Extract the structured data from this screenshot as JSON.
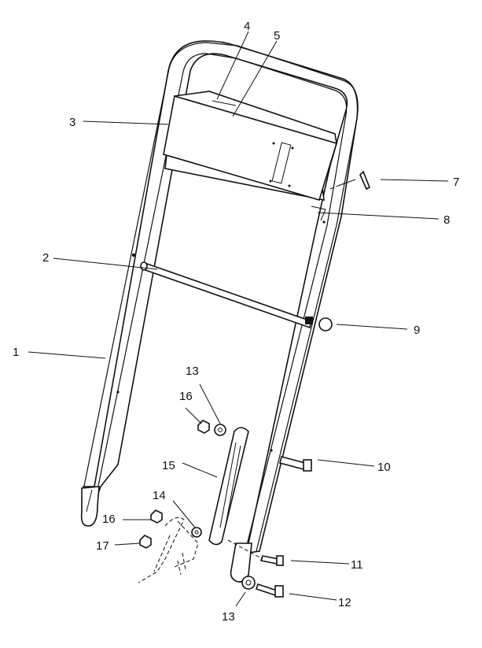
{
  "callouts": [
    {
      "id": "c1",
      "text": "1"
    },
    {
      "id": "c2",
      "text": "2"
    },
    {
      "id": "c3",
      "text": "3"
    },
    {
      "id": "c4",
      "text": "4"
    },
    {
      "id": "c5",
      "text": "5"
    },
    {
      "id": "c7",
      "text": "7"
    },
    {
      "id": "c8",
      "text": "8"
    },
    {
      "id": "c9",
      "text": "9"
    },
    {
      "id": "c10",
      "text": "10"
    },
    {
      "id": "c11",
      "text": "11"
    },
    {
      "id": "c12",
      "text": "12"
    },
    {
      "id": "c13a",
      "text": "13"
    },
    {
      "id": "c13b",
      "text": "13"
    },
    {
      "id": "c14",
      "text": "14"
    },
    {
      "id": "c15",
      "text": "15"
    },
    {
      "id": "c16a",
      "text": "16"
    },
    {
      "id": "c16b",
      "text": "16"
    },
    {
      "id": "c17",
      "text": "17"
    }
  ]
}
